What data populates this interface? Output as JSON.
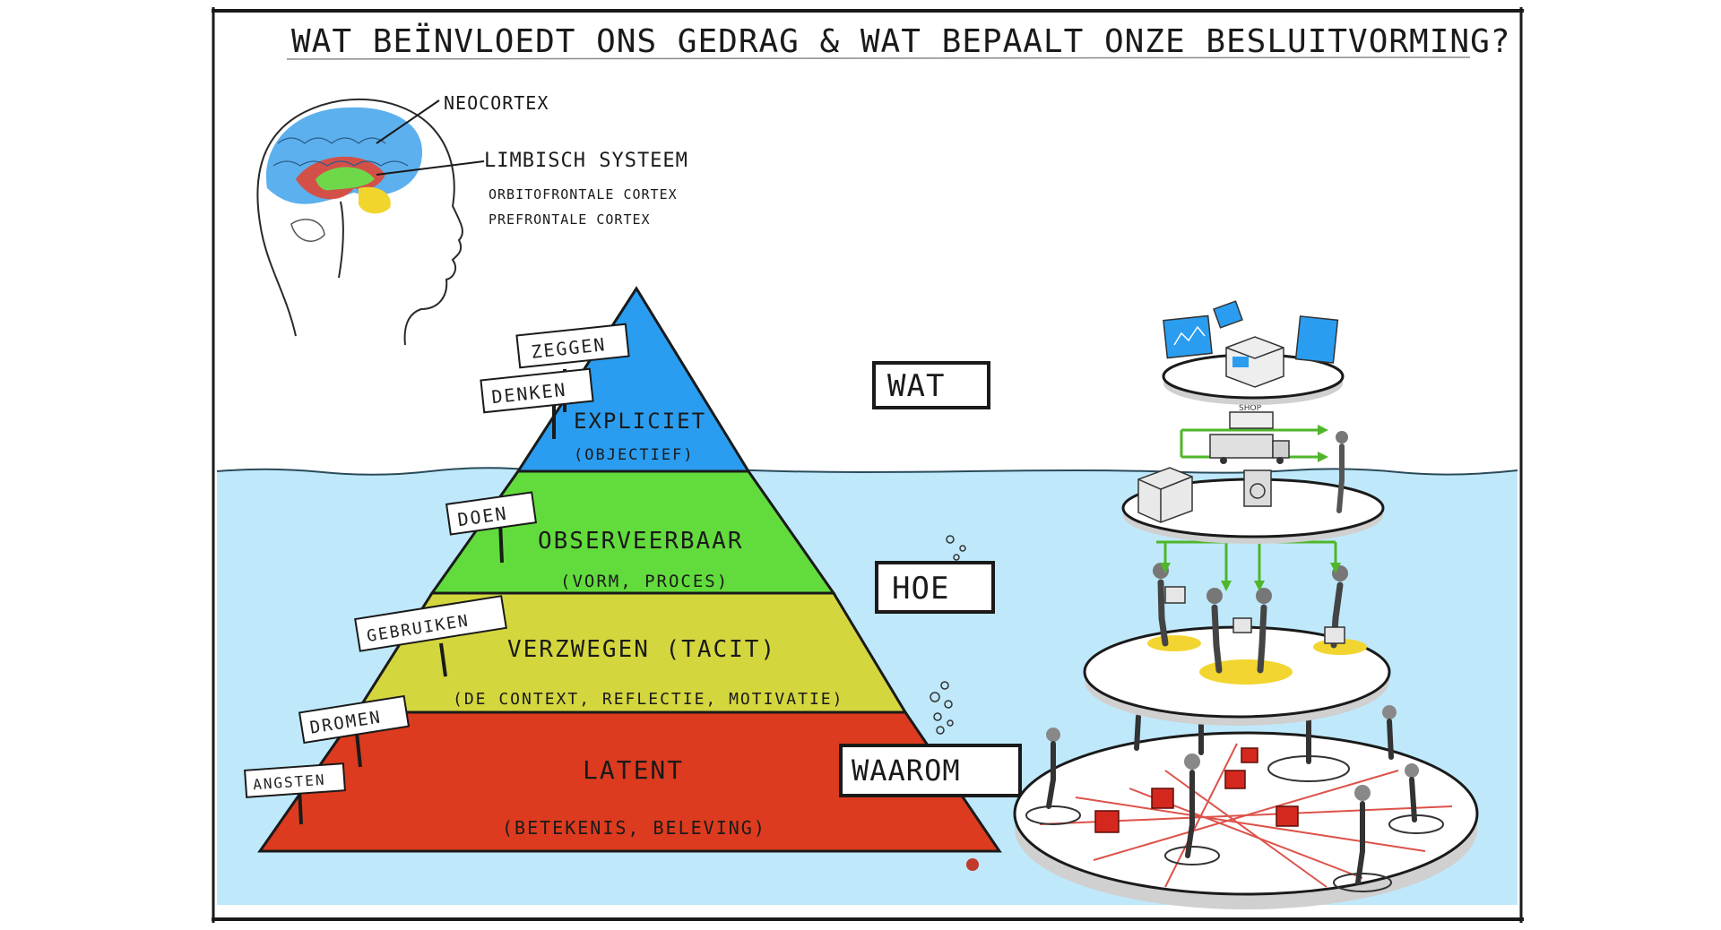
{
  "title": "WAT BEÏNVLOEDT ONS GEDRAG & WAT BEPAALT ONZE BESLUITVORMING?",
  "brain": {
    "neocortex": "NEOCORTEX",
    "limbic": "LIMBISCH SYSTEEM",
    "orbito": "ORBITOFRONTALE CORTEX",
    "prefrontal": "PREFRONTALE CORTEX"
  },
  "pyramid": {
    "layers": [
      {
        "title": "EXPLICIET",
        "sub": "(OBJECTIEF)",
        "color": "#2a9df0"
      },
      {
        "title": "OBSERVEERBAAR",
        "sub": "(VORM, PROCES)",
        "color": "#62dc3c"
      },
      {
        "title": "VERZWEGEN (TACIT)",
        "sub": "(DE CONTEXT, REFLECTIE, MOTIVATIE)",
        "color": "#d4d63e"
      },
      {
        "title": "LATENT",
        "sub": "(BETEKENIS, BELEVING)",
        "color": "#dc3b1f"
      }
    ],
    "signs": [
      "ZEGGEN",
      "DENKEN",
      "DOEN",
      "GEBRUIKEN",
      "DROMEN",
      "ANGSTEN"
    ]
  },
  "levels": {
    "wat": "WAT",
    "hoe": "HOE",
    "waarom": "WAAROM"
  },
  "shop_label": "SHOP",
  "colors": {
    "sky": "#ffffff",
    "water": "#bfe9fb",
    "frame": "#1a1a1a",
    "red_box": "#d4281e",
    "yellow_disc": "#f2d530",
    "arrow": "#4fb62a"
  }
}
